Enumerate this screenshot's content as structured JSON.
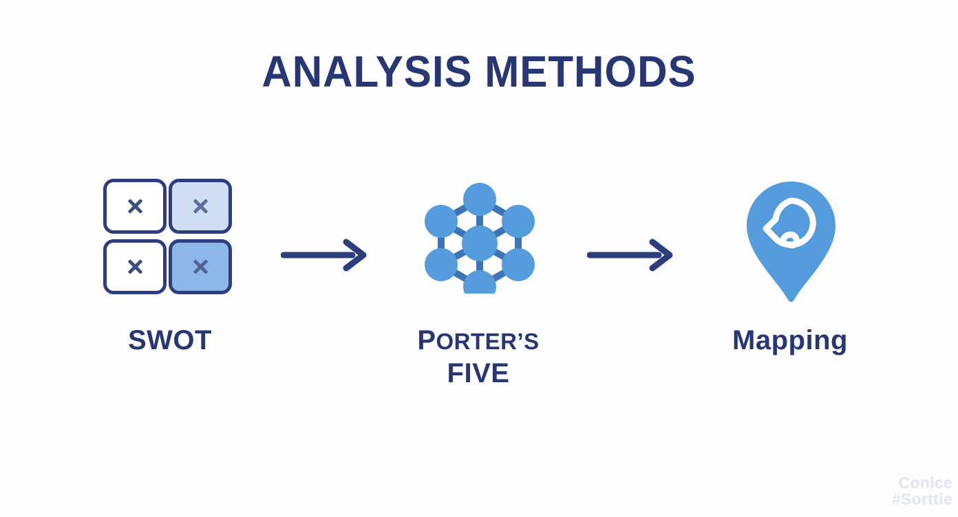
{
  "slide": {
    "title": "ANALYSIS METHODS",
    "background_color": "#fdfdfe",
    "navy_color": "#283774",
    "accent_blue": "#559cdc",
    "light_blue": "#cfdef3",
    "mid_blue": "#8db6e9"
  },
  "steps": [
    {
      "id": "swot",
      "icon": "swot-grid-icon",
      "label": "SWOT",
      "label_line1": "SWOT",
      "label_line2": "",
      "cells": [
        {
          "position": "top-left",
          "fill": "#ffffff",
          "mark": "x-mark-icon"
        },
        {
          "position": "top-right",
          "fill": "#cfdef3",
          "mark": "x-mark-icon"
        },
        {
          "position": "bottom-left",
          "fill": "#ffffff",
          "mark": "x-mark-icon"
        },
        {
          "position": "bottom-right",
          "fill": "#8db6e9",
          "mark": "x-mark-icon"
        }
      ]
    },
    {
      "id": "porters-five",
      "icon": "network-hexagon-icon",
      "label": "Porter's FIVE",
      "label_line1_first": "P",
      "label_line1_rest": "ORTER’S",
      "label_line2": "FIVE",
      "node_count": 7
    },
    {
      "id": "mapping",
      "icon": "map-pin-chat-icon",
      "label": "Mapping",
      "label_line1": "Mapping",
      "label_line2": ""
    }
  ],
  "arrows": [
    {
      "id": "arrow-1",
      "direction": "right",
      "color": "#2c3e7e"
    },
    {
      "id": "arrow-2",
      "direction": "right",
      "color": "#2c3e7e"
    }
  ],
  "watermark": {
    "line1": "Conlce",
    "line2": "#Sorttie"
  }
}
